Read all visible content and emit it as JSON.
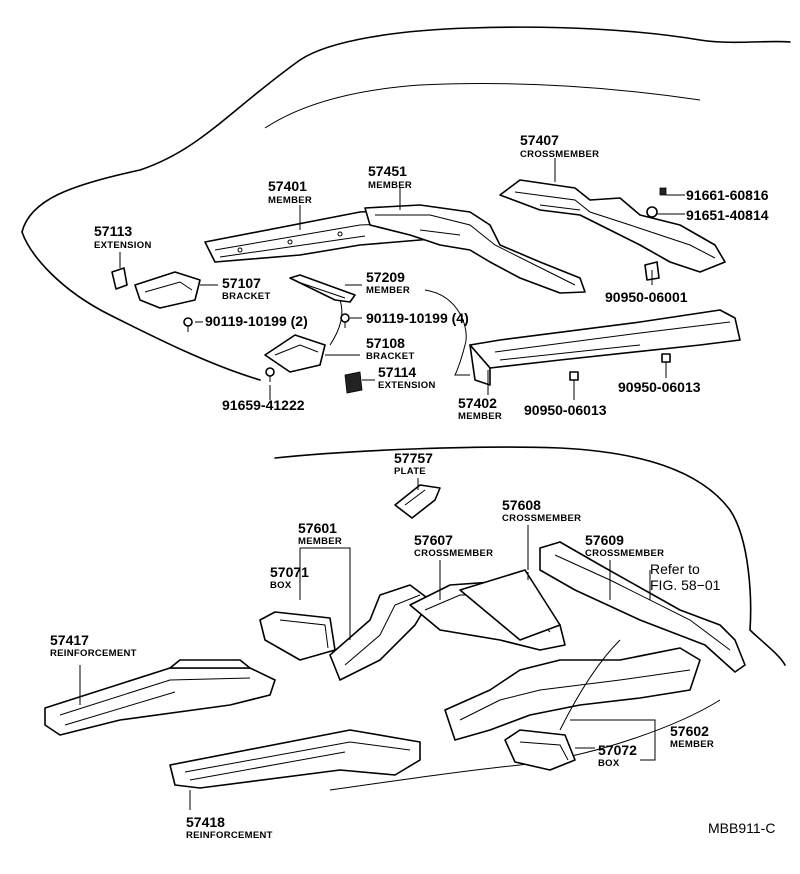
{
  "callouts": [
    {
      "id": "c57113",
      "number": "57113",
      "name": "EXTENSION"
    },
    {
      "id": "c57401",
      "number": "57401",
      "name": "MEMBER"
    },
    {
      "id": "c57451",
      "number": "57451",
      "name": "MEMBER"
    },
    {
      "id": "c57407",
      "number": "57407",
      "name": "CROSSMEMBER"
    },
    {
      "id": "c91661",
      "number": "91661-60816",
      "name": ""
    },
    {
      "id": "c91651",
      "number": "91651-40814",
      "name": ""
    },
    {
      "id": "c57107",
      "number": "57107",
      "name": "BRACKET"
    },
    {
      "id": "c57209",
      "number": "57209",
      "name": "MEMBER"
    },
    {
      "id": "c90950a",
      "number": "90950-06001",
      "name": ""
    },
    {
      "id": "c90119a",
      "number": "90119-10199 (2)",
      "name": ""
    },
    {
      "id": "c90119b",
      "number": "90119-10199 (4)",
      "name": ""
    },
    {
      "id": "c57108",
      "number": "57108",
      "name": "BRACKET"
    },
    {
      "id": "c57114",
      "number": "57114",
      "name": "EXTENSION"
    },
    {
      "id": "c91659",
      "number": "91659-41222",
      "name": ""
    },
    {
      "id": "c57402",
      "number": "57402",
      "name": "MEMBER"
    },
    {
      "id": "c90950b",
      "number": "90950-06013",
      "name": ""
    },
    {
      "id": "c90950c",
      "number": "90950-06013",
      "name": ""
    },
    {
      "id": "c57757",
      "number": "57757",
      "name": "PLATE"
    },
    {
      "id": "c57608",
      "number": "57608",
      "name": "CROSSMEMBER"
    },
    {
      "id": "c57601",
      "number": "57601",
      "name": "MEMBER"
    },
    {
      "id": "c57607",
      "number": "57607",
      "name": "CROSSMEMBER"
    },
    {
      "id": "c57609",
      "number": "57609",
      "name": "CROSSMEMBER"
    },
    {
      "id": "c57071",
      "number": "57071",
      "name": "BOX"
    },
    {
      "id": "c57417",
      "number": "57417",
      "name": "REINFORCEMENT"
    },
    {
      "id": "c57602",
      "number": "57602",
      "name": "MEMBER"
    },
    {
      "id": "c57072",
      "number": "57072",
      "name": "BOX"
    },
    {
      "id": "c57418",
      "number": "57418",
      "name": "REINFORCEMENT"
    }
  ],
  "reference_note": {
    "line1": "Refer to",
    "line2": "FIG. 58−01"
  },
  "diagram_code": "MBB911-C"
}
